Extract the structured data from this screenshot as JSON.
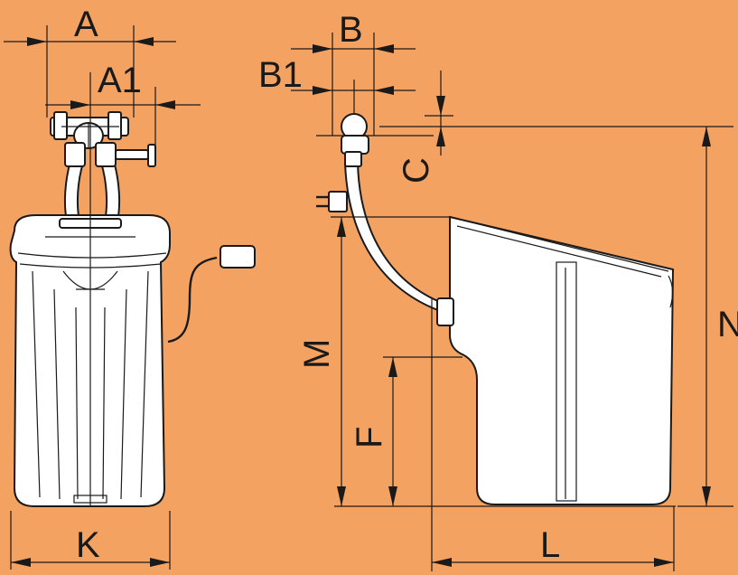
{
  "colors": {
    "background": "#f4a261",
    "stroke": "#1a1a1a",
    "fill": "#ffffff"
  },
  "labels": {
    "A": "A",
    "A1": "A1",
    "B": "B",
    "B1": "B1",
    "C": "C",
    "F": "F",
    "K": "K",
    "L": "L",
    "M": "M",
    "N": "N"
  }
}
